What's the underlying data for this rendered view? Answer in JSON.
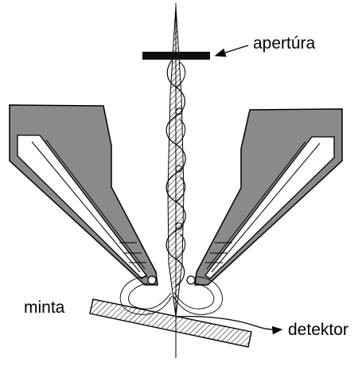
{
  "labels": {
    "aperture": "apertúra",
    "sample": "minta",
    "detector": "detektor"
  },
  "colors": {
    "background": "#ffffff",
    "line": "#000000",
    "pole_fill": "#8a8a8a",
    "pole_inner": "#ffffff"
  }
}
